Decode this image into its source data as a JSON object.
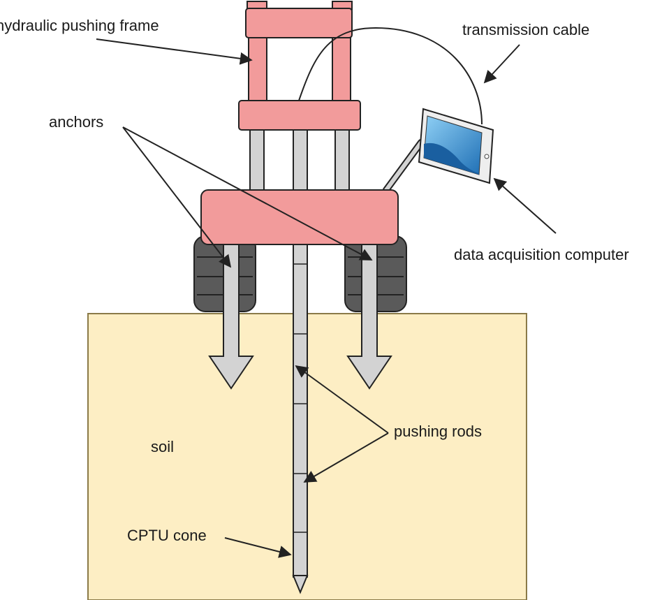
{
  "labels": {
    "frame": "hydraulic pushing frame",
    "cable": "transmission cable",
    "anchors": "anchors",
    "computer": "data acquisition computer",
    "rods": "pushing rods",
    "soil": "soil",
    "cone": "CPTU cone"
  },
  "colors": {
    "frame": "#f29b9b",
    "soil": "#fdeec4",
    "soil_edge": "#8a7a48",
    "rod": "#d3d3d3",
    "track": "#5a5a5a",
    "screen": "#3d8fcf",
    "outline": "#222222"
  }
}
